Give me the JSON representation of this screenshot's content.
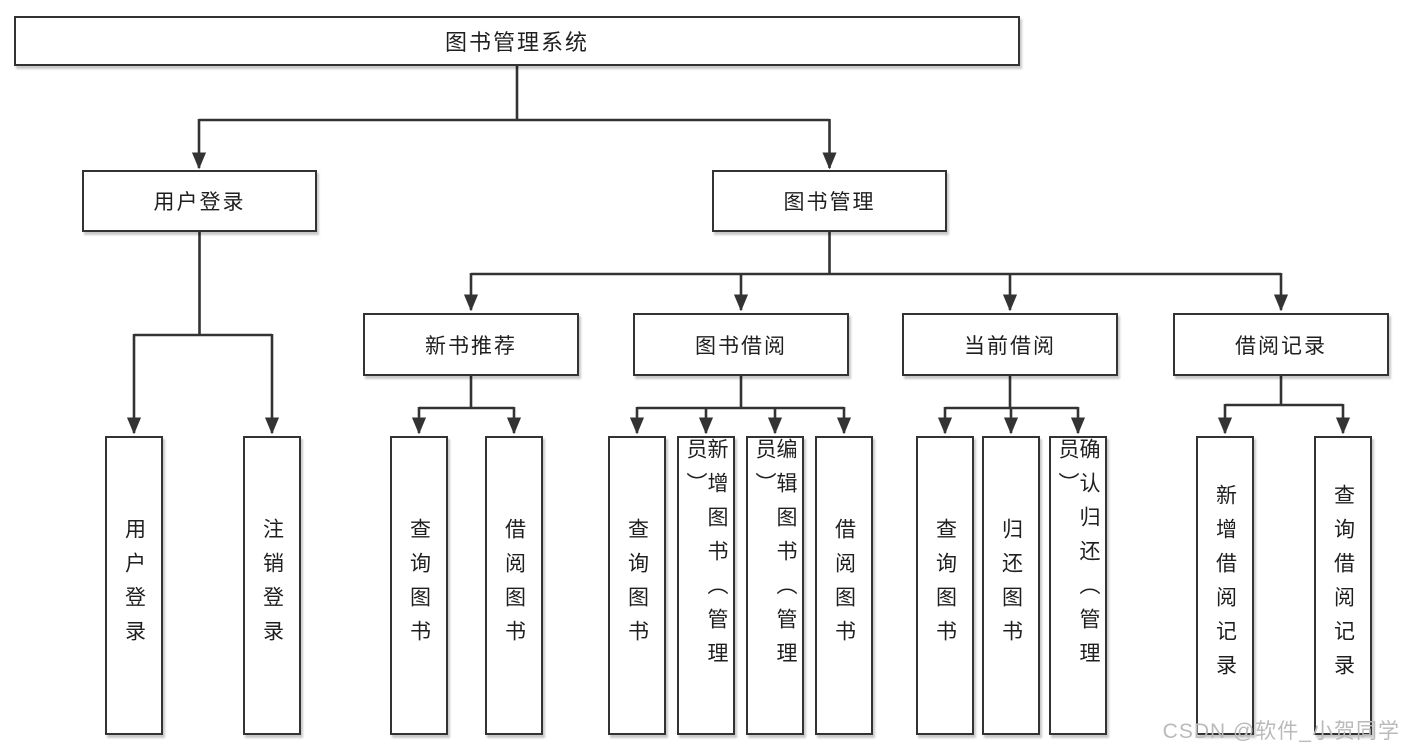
{
  "tree": {
    "label": "图书管理系统",
    "children": [
      {
        "label": "用户登录",
        "children": [
          {
            "label": "用户登录"
          },
          {
            "label": "注销登录"
          }
        ]
      },
      {
        "label": "图书管理",
        "children": [
          {
            "label": "新书推荐",
            "children": [
              {
                "label": "查询图书"
              },
              {
                "label": "借阅图书"
              }
            ]
          },
          {
            "label": "图书借阅",
            "children": [
              {
                "label": "查询图书"
              },
              {
                "label": "新增图书（管理员）"
              },
              {
                "label": "编辑图书（管理员）"
              },
              {
                "label": "借阅图书"
              }
            ]
          },
          {
            "label": "当前借阅",
            "children": [
              {
                "label": "查询图书"
              },
              {
                "label": "归还图书"
              },
              {
                "label": "确认归还（管理员）"
              }
            ]
          },
          {
            "label": "借阅记录",
            "children": [
              {
                "label": "新增借阅记录"
              },
              {
                "label": "查询借阅记录"
              }
            ]
          }
        ]
      }
    ]
  },
  "watermark": {
    "text": "CSDN @软件_小贺同学"
  },
  "colors": {
    "line": "#333333",
    "border": "#333333",
    "fill": "#ffffff",
    "text": "#1f1f1f",
    "watermark": "#bababa"
  }
}
